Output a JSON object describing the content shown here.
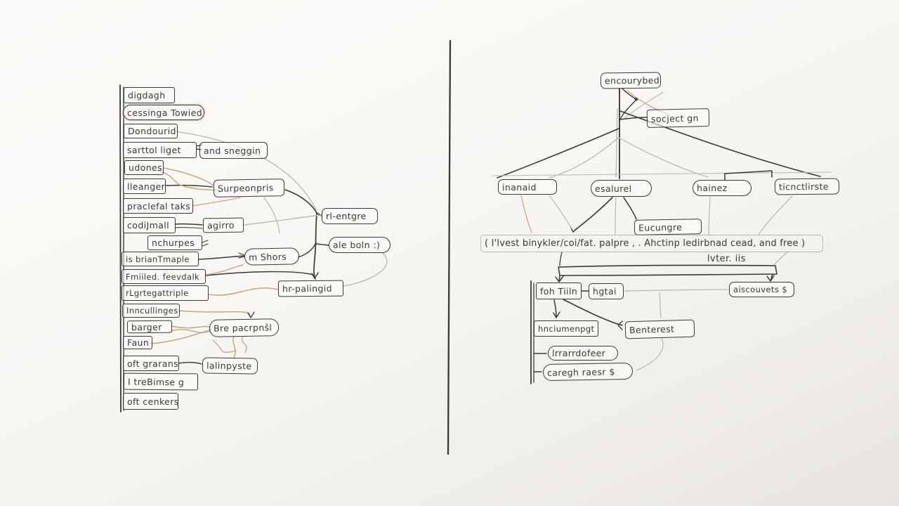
{
  "palette": {
    "background": "#f7f6f3",
    "ink": "#3b3935",
    "gray": "#bdbbb5",
    "tan": "#c2a983"
  },
  "left": {
    "rows": [
      "digdagh",
      "cessinga Towied",
      "Dondourid",
      "sarttol liget",
      "udones",
      "lleanger",
      "praclefal taks",
      "codiJmall",
      "nchurpes",
      "is brianTmaple",
      "Fmiiled. feevdalk",
      "rLgrtegattriple",
      "Inncullinges",
      "barger",
      "Faun",
      "oft grarans",
      "I treBimse g",
      "oft cenkers"
    ],
    "branches": {
      "and_sneggin": "and sneggin",
      "surpeonpris": "Surpeonpris",
      "agirro": "agirro",
      "m_shors": "m Shors",
      "rl_entgre": "rl-entgre",
      "ale_boln": "ale boln :)",
      "hr_palingid": "hr-palingid",
      "bre_pacrpnsl": "Bre pacrpnšl",
      "lalinpyste": "lalinpyste"
    }
  },
  "right": {
    "root": "encourybed",
    "socject": "socject gn",
    "inanaid": "inanaid",
    "esalurel": "esalurel",
    "hainez": "hainez",
    "ticnctlirste": "ticnctlirste",
    "eucungre": "Eucungre",
    "caption": "( I'lvest binykler/coi/fat. palpre , .  Ahctinp ledirbnad cead, and free )",
    "sub_caption": "lvter. iis",
    "foh_tiiln": "foh Tiiln",
    "hgtai": "hgtai",
    "aiscouvets": "aiscouvets $",
    "hnciumenpgt": "hnciumenpgt",
    "benterest": "Benterest",
    "lrrarrdofeer": "lrrarrdofeer",
    "caregh_raesr": "caregh raesr $"
  }
}
